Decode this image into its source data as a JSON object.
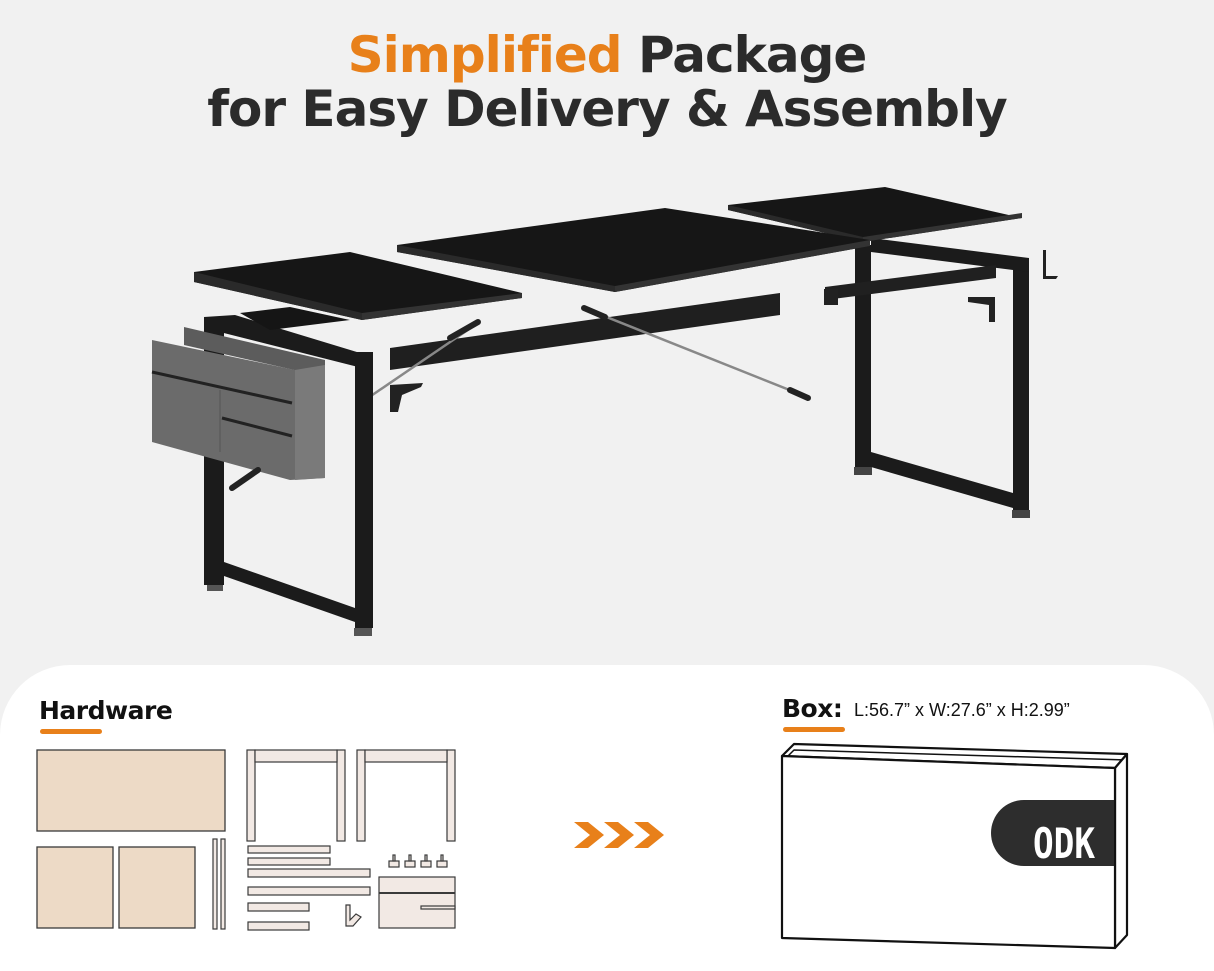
{
  "headline": {
    "accent_word": "Simplified",
    "line1_rest": " Package",
    "line2": "for Easy Delivery & Assembly"
  },
  "hardware": {
    "title": "Hardware",
    "parts": [
      "large-desktop-panel",
      "side-panel-left",
      "side-panel-right",
      "support-rods",
      "leg-frame-left",
      "leg-frame-right",
      "crossbars",
      "feet",
      "storage-bag",
      "hook"
    ]
  },
  "transition": {
    "icon": "triple-chevron-right-icon"
  },
  "box": {
    "title": "Box:",
    "dimensions": "L:56.7” x W:27.6” x H:2.99”",
    "brand_logo": "ODK"
  },
  "colors": {
    "accent": "#e8801a",
    "text_dark": "#2b2b2b",
    "background": "#f1f1f1",
    "card": "#ffffff",
    "panel_fill": "#eddac6",
    "metal_fill": "#f2e9e4"
  }
}
